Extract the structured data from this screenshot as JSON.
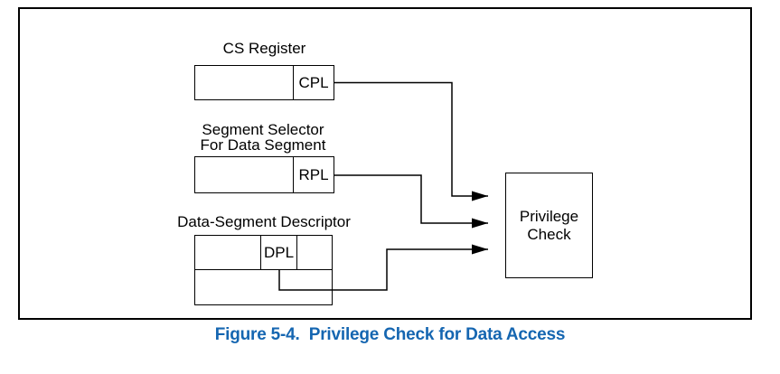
{
  "figure": {
    "caption": "Figure 5-4.  Privilege Check for Data Access"
  },
  "colors": {
    "caption_blue": "#1566b1",
    "line_black": "#000000",
    "background": "#ffffff"
  },
  "diagram": {
    "cs_register": {
      "title": "CS Register",
      "field_label": "CPL"
    },
    "segment_selector": {
      "title_line1": "Segment Selector",
      "title_line2": "For Data Segment",
      "field_label": "RPL"
    },
    "data_segment_descriptor": {
      "title": "Data-Segment Descriptor",
      "field_label": "DPL"
    },
    "privilege_check": {
      "label_line1": "Privilege",
      "label_line2": "Check"
    }
  }
}
